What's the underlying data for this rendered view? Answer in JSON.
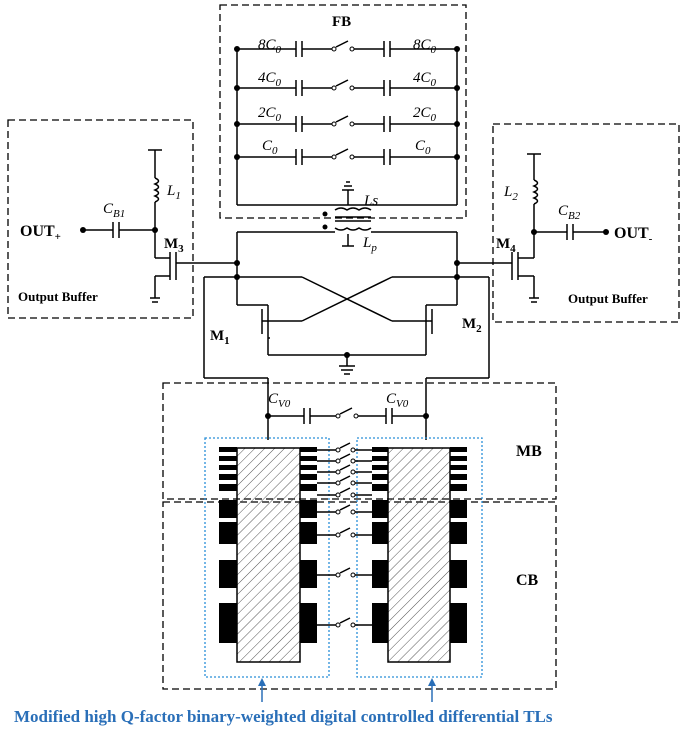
{
  "labels": {
    "fb": "FB",
    "c8": "8C",
    "c4": "4C",
    "c2": "2C",
    "c0": "C",
    "sub0": "0",
    "ls": "Ls",
    "lp": "L",
    "lp_sub": "p",
    "l1": "L",
    "l1_sub": "1",
    "l2": "L",
    "l2_sub": "2",
    "cb1": "C",
    "cb1_sub": "B1",
    "cb2": "C",
    "cb2_sub": "B2",
    "outp": "OUT",
    "outp_sub": "+",
    "outn": "OUT",
    "outn_sub": "-",
    "m1": "M",
    "m1_sub": "1",
    "m2": "M",
    "m2_sub": "2",
    "m3": "M",
    "m3_sub": "3",
    "m4": "M",
    "m4_sub": "4",
    "obuf_left": "Output Buffer",
    "obuf_right": "Output Buffer",
    "cv0": "C",
    "cv0_sub": "V0",
    "mb": "MB",
    "cb": "CB",
    "caption": "Modified high Q-factor binary-weighted digital controlled differential TLs"
  },
  "colors": {
    "caption": "#2a6fb8",
    "dotbox": "#2a8fd8"
  }
}
